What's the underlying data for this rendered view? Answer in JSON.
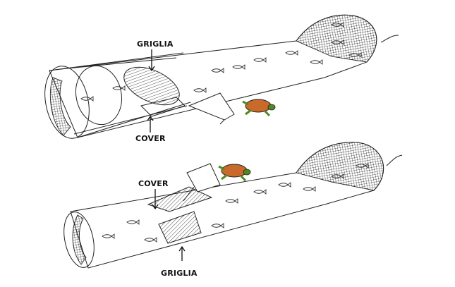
{
  "figure": {
    "top_net": {
      "label_grid": "GRIGLIA",
      "label_cover": "COVER"
    },
    "bottom_net": {
      "label_cover": "COVER",
      "label_grid": "GRIGLIA"
    },
    "colors": {
      "turtle_shell": "#c96a2a",
      "turtle_body": "#4f8a1e",
      "line": "#222222"
    }
  }
}
